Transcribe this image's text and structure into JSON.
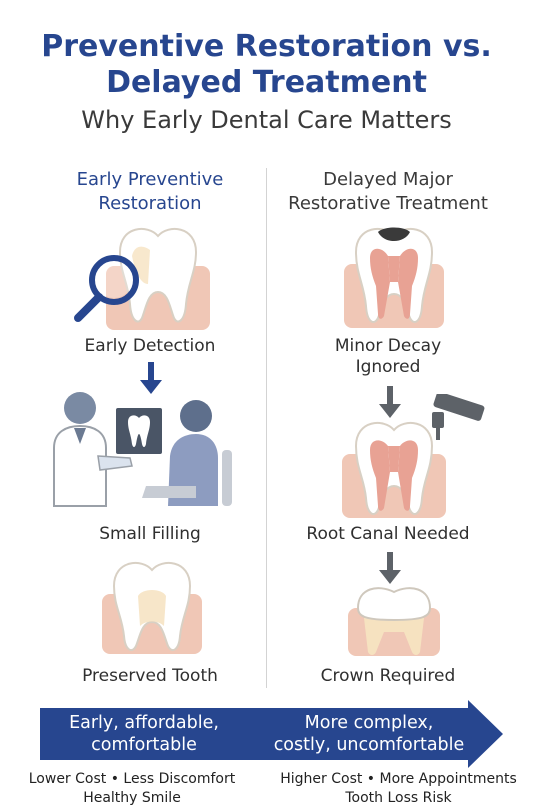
{
  "header": {
    "title_line1": "Preventive Restoration vs.",
    "title_line2": "Delayed Treatment",
    "subtitle": "Why Early Dental Care Matters"
  },
  "left": {
    "heading_line1": "Early Preventive",
    "heading_line2": "Restoration",
    "steps": [
      "Early Detection",
      "Small Filling",
      "Preserved Tooth"
    ]
  },
  "right": {
    "heading_line1": "Delayed Major",
    "heading_line2": "Restorative Treatment",
    "step1_line1": "Minor Decay",
    "step1_line2": "Ignored",
    "step2": "Root Canal Needed",
    "step3": "Crown Required"
  },
  "banner": {
    "left_line1": "Early, affordable,",
    "left_line2": "comfortable",
    "right_line1": "More complex,",
    "right_line2": "costly, uncomfortable"
  },
  "footer": {
    "left_line1": "Lower Cost • Less Discomfort",
    "left_line2": "Healthy Smile",
    "right_line1": "Higher Cost • More Appointments",
    "right_line2": "Tooth Loss Risk"
  },
  "colors": {
    "title": "#27468f",
    "banner": "#27468f",
    "gum": "#f0c7b6",
    "pulp": "#e8a294",
    "decay": "#3a3a3a",
    "icon_gray": "#5d6268"
  }
}
